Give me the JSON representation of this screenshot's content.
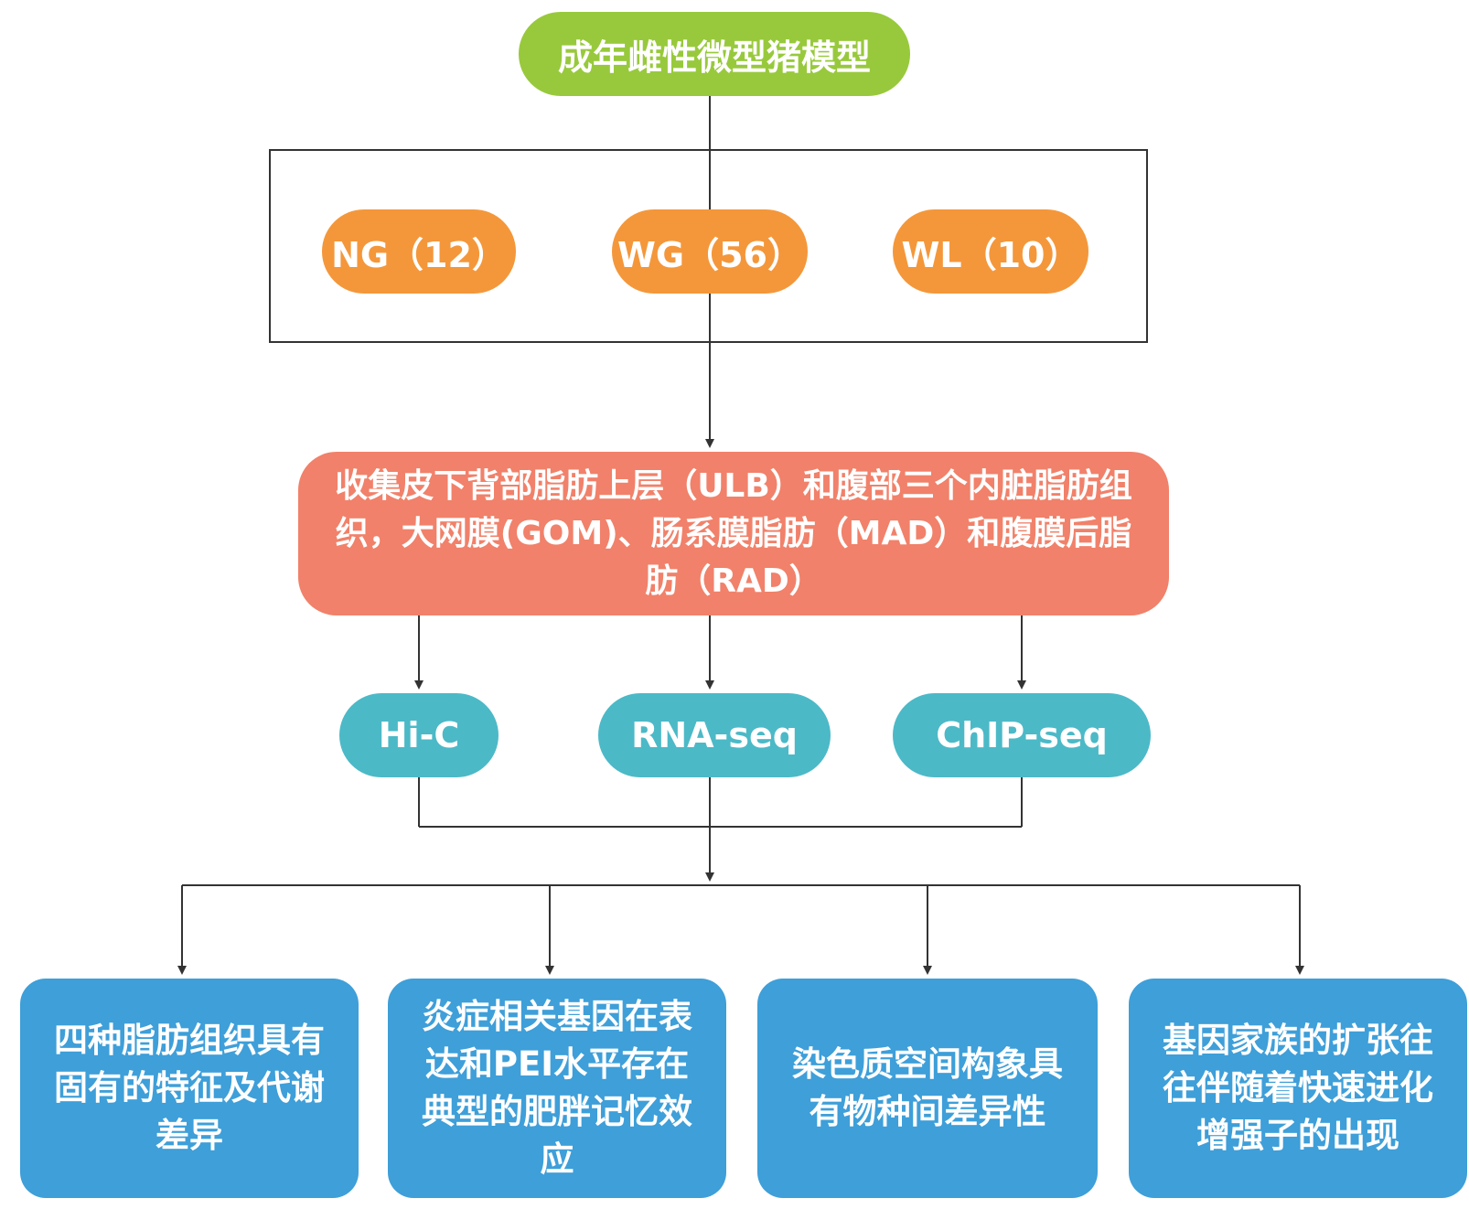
{
  "top": {
    "label": "成年雌性微型猪模型"
  },
  "groups": [
    {
      "label": "NG（12）"
    },
    {
      "label": "WG（56）"
    },
    {
      "label": "WL（10）"
    }
  ],
  "collection": {
    "text": "收集皮下背部脂肪上层（ULB）和腹部三个内脏脂肪组织，大网膜(GOM)、肠系膜脂肪（MAD）和腹膜后脂肪（RAD）"
  },
  "methods": [
    {
      "label": "Hi-C"
    },
    {
      "label": "RNA-seq"
    },
    {
      "label": "ChIP-seq"
    }
  ],
  "findings": [
    {
      "text": "四种脂肪组织具有固有的特征及代谢差异"
    },
    {
      "text": "炎症相关基因在表达和PEI水平存在典型的肥胖记忆效应"
    },
    {
      "text": "染色质空间构象具有物种间差异性"
    },
    {
      "text": "基因家族的扩张往往伴随着快速进化增强子的出现"
    }
  ],
  "colors": {
    "top": "#98c93c",
    "groups": "#f4973a",
    "collection": "#f1816a",
    "methods": "#4cb9c7",
    "findings": "#3e9fd9",
    "lines": "#333333"
  }
}
